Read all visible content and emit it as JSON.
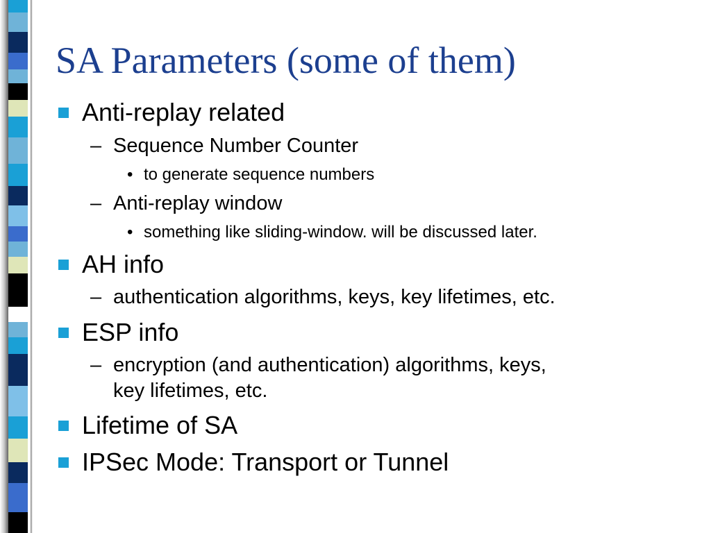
{
  "slide": {
    "title": "SA Parameters (some of them)",
    "accent_color": "#1aa0d6",
    "title_color": "#1c3f8f",
    "bullets": [
      {
        "text": "Anti-replay related",
        "sub": [
          {
            "text": "Sequence Number Counter",
            "sub": [
              "to generate sequence numbers"
            ]
          },
          {
            "text": "Anti-replay window",
            "sub": [
              "something like sliding-window. will be discussed later."
            ]
          }
        ]
      },
      {
        "text": "AH info",
        "sub": [
          {
            "text": "authentication algorithms, keys, key lifetimes, etc."
          }
        ]
      },
      {
        "text": "ESP info",
        "sub": [
          {
            "text_line1": "encryption (and authentication) algorithms, keys,",
            "text_line2": "key lifetimes, etc."
          }
        ]
      },
      {
        "text": "Lifetime of SA"
      },
      {
        "text": "IPSec Mode: Transport or Tunnel"
      }
    ]
  },
  "decoration": {
    "stripe_colors": [
      "#0a2a5e",
      "#3a6ccc",
      "#6fb3d8",
      "#000000",
      "#dfe6b8",
      "#1aa0d6",
      "#ffffff",
      "#7fc0e8"
    ],
    "dash_glyph": "–",
    "dot_glyph": "•"
  }
}
